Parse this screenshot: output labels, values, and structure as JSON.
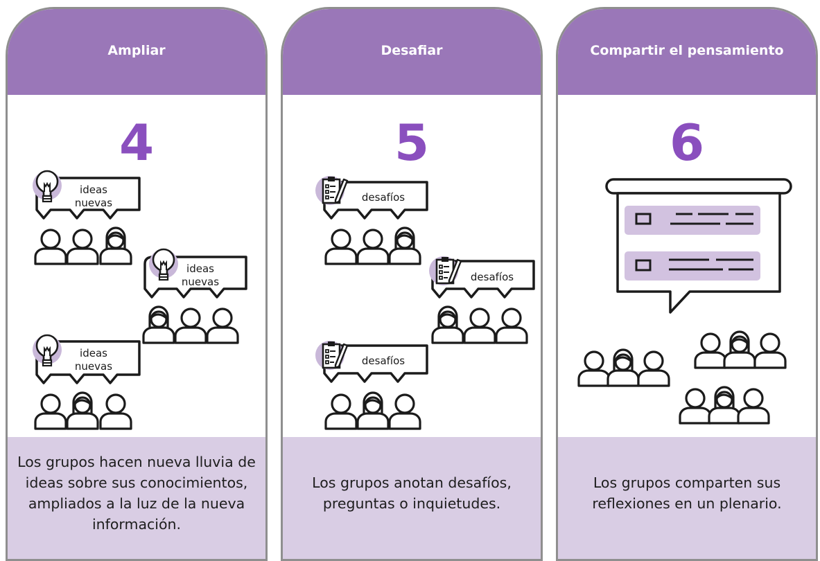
{
  "cards": [
    {
      "title": "Ampliar",
      "number": "4",
      "bubble_line1": "ideas",
      "bubble_line2": "nuevas",
      "description": "Los grupos hacen nueva lluvia de ideas sobre sus conocimientos, ampliados a la luz de la nueva información."
    },
    {
      "title": "Desafiar",
      "number": "5",
      "bubble_text": "desafíos",
      "description": "Los grupos anotan desafíos, preguntas o inquietudes."
    },
    {
      "title": "Compartir el pensamiento",
      "number": "6",
      "description": "Los grupos comparten sus reflexiones en un plenario."
    }
  ],
  "colors": {
    "header": "#9a77b8",
    "number": "#8a4fbe",
    "description_bg": "#d9cde4",
    "icon_fill": "#c9b8d9",
    "border": "#8f8f8f"
  }
}
